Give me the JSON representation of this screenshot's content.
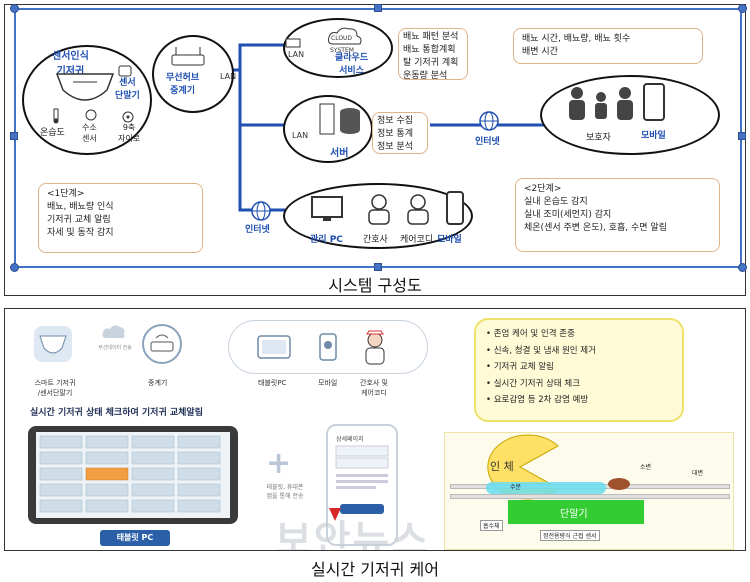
{
  "top": {
    "caption": "시스템 구성도",
    "sensor_group": {
      "title": "센서인식\n기저귀",
      "labels": [
        "센서\n단말기",
        "온습도",
        "수소\n센서",
        "9축\n자이로"
      ]
    },
    "hub": {
      "label": "무선허브\n중계기",
      "lan": "LAN"
    },
    "cloud": {
      "icon_text": "CLOUD",
      "system_text": "SYSTEM",
      "label": "클라우드\n서비스",
      "lan": "LAN"
    },
    "cloud_box": [
      "배뇨 패턴 분석",
      "배뇨 통합계획",
      "탈 기저귀 계획",
      "운동량 분석"
    ],
    "server": {
      "label": "서버",
      "lan": "LAN"
    },
    "server_box": [
      "정보 수집",
      "정보 통계",
      "정보 분석"
    ],
    "internet1": "인터넷",
    "guardian": {
      "label1": "보호자",
      "label2": "모바일"
    },
    "guardian_box": [
      "배뇨 시간, 배뇨량, 배뇨 횟수",
      "배변 시간"
    ],
    "internet2": "인터넷",
    "devices": [
      "관리 PC",
      "간호사",
      "케어코디",
      "모바일"
    ],
    "stage1": {
      "title": "<1단계>",
      "items": [
        "배뇨, 배뇨량 인식",
        "기저귀 교체 알림",
        "자세 및 동작 감지"
      ]
    },
    "stage2": {
      "title": "<2단계>",
      "items": [
        "실내 온습도 감지",
        "실내 조미(세먼지) 감지",
        "체온(센서 주변 온도), 호흡, 수면 알림"
      ]
    }
  },
  "bottom": {
    "caption": "실시간 기저귀 케어",
    "flow": [
      "스마트 기저귀\n/센서단말기",
      "중계기",
      "태블릿PC",
      "모바일",
      "간호사 및\n케어코디"
    ],
    "flow_small": "무선데이터 전송",
    "banner": "실시간 기저귀 상태 체크하여 기저귀 교체알림",
    "tablet_label": "태블릿 PC",
    "plus_text": "태블릿, 휴대폰\n앱을 통해 전송",
    "mobile_header": "상세페이지",
    "benefits": [
      "존엄 케어 및 인격 존중",
      "신속, 청결 및 냄새 원인 제거",
      "기저귀 교체 알림",
      "실시간 기저귀 상태 체크",
      "요로감염 등 2차 감염 예방"
    ],
    "schematic": {
      "body": "인 체",
      "urine": "소변",
      "stool": "대변",
      "urine2": "수분",
      "device": "단말기",
      "hydrogel": "흡수체",
      "sensor": "정전용량식 근접 센서"
    },
    "watermark": "보안뉴스"
  },
  "colors": {
    "accent_blue": "#1f4fb0",
    "box_border": "#e0b48a",
    "device_green": "#33cc33",
    "body_yellow": "#ffe066",
    "select_blue": "#4472c4"
  }
}
